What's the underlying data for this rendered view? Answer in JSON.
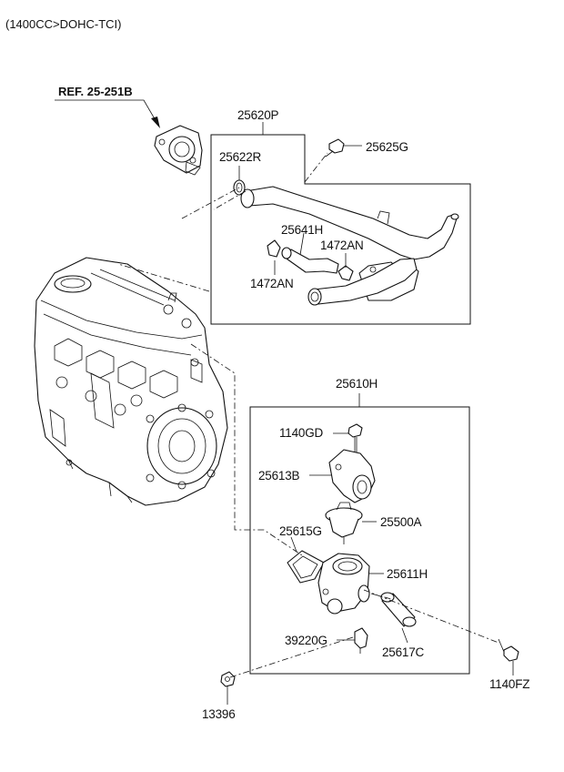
{
  "header": {
    "engine_spec": "(1400CC>DOHC-TCI)"
  },
  "reference": {
    "label": "REF. 25-251B"
  },
  "parts": {
    "p25620P": "25620P",
    "p25625G": "25625G",
    "p25622R": "25622R",
    "p25641H": "25641H",
    "p1472AN_a": "1472AN",
    "p1472AN_b": "1472AN",
    "p25610H": "25610H",
    "p1140GD": "1140GD",
    "p25613B": "25613B",
    "p25500A": "25500A",
    "p25615G": "25615G",
    "p25611H": "25611H",
    "p39220G": "39220G",
    "p25617C": "25617C",
    "p1140FZ": "1140FZ",
    "p13396": "13396"
  }
}
